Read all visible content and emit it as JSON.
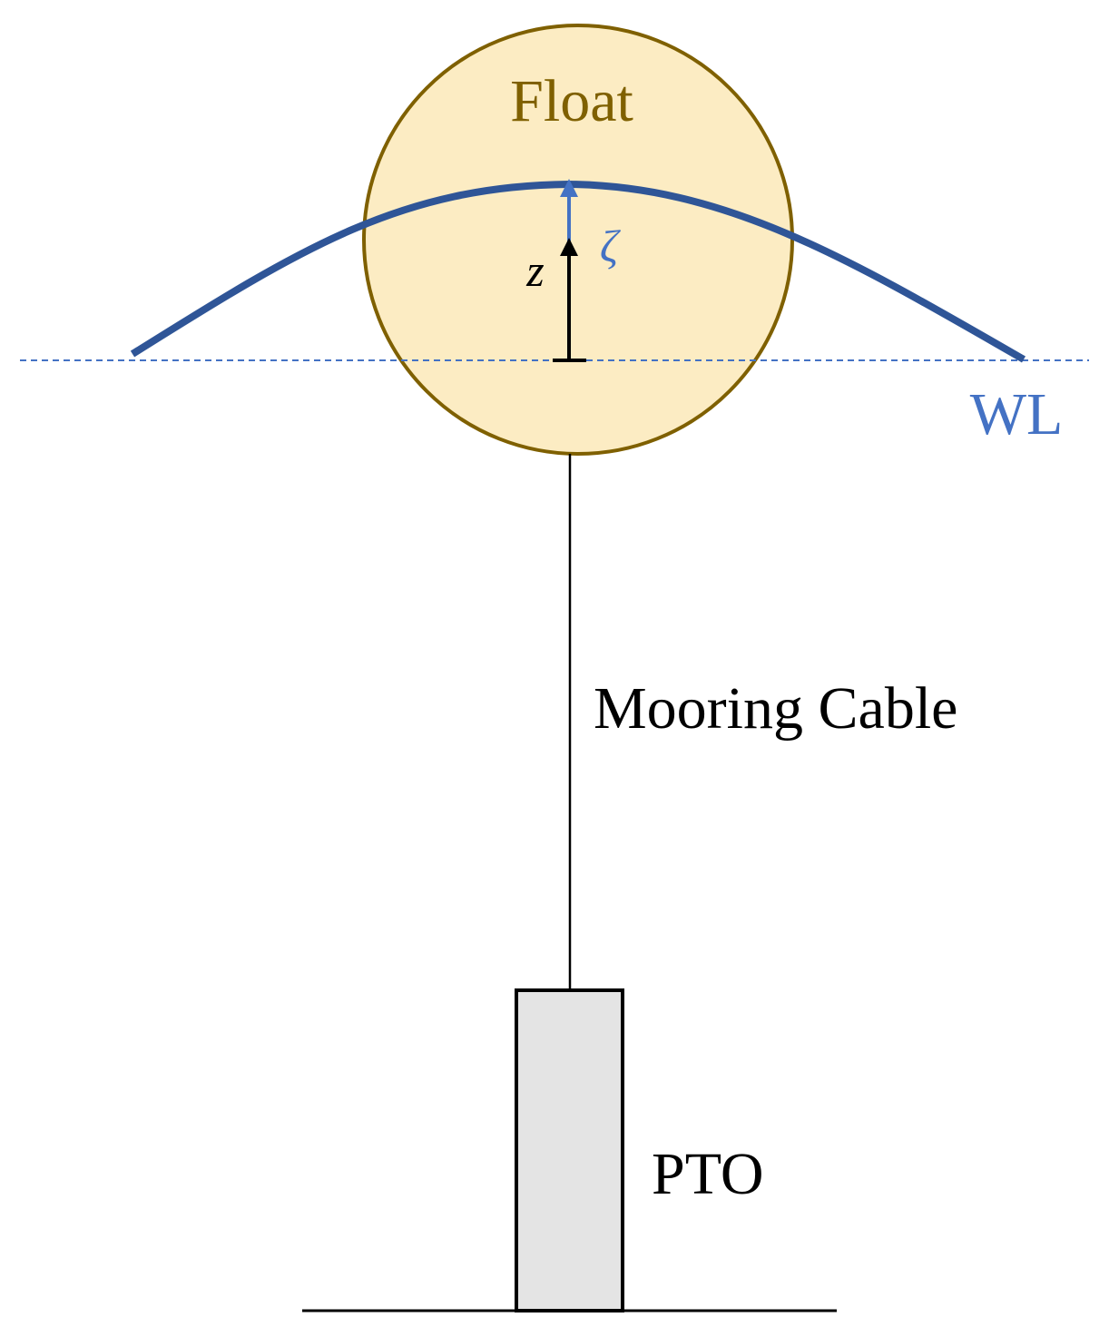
{
  "labels": {
    "float": "Float",
    "zeta": "ζ",
    "z": "z",
    "water_level": "WL",
    "mooring_cable": "Mooring Cable",
    "pto": "PTO"
  },
  "colors": {
    "float_fill": "#fcecc3",
    "float_stroke": "#7f6000",
    "float_text": "#7f6000",
    "wave": "#2f5597",
    "water_level": "#4472c4",
    "zeta_arrow": "#4472c4",
    "z_arrow": "#000000",
    "pto_fill": "#e4e4e4",
    "pto_stroke": "#000000",
    "cable": "#000000",
    "seabed": "#000000"
  }
}
